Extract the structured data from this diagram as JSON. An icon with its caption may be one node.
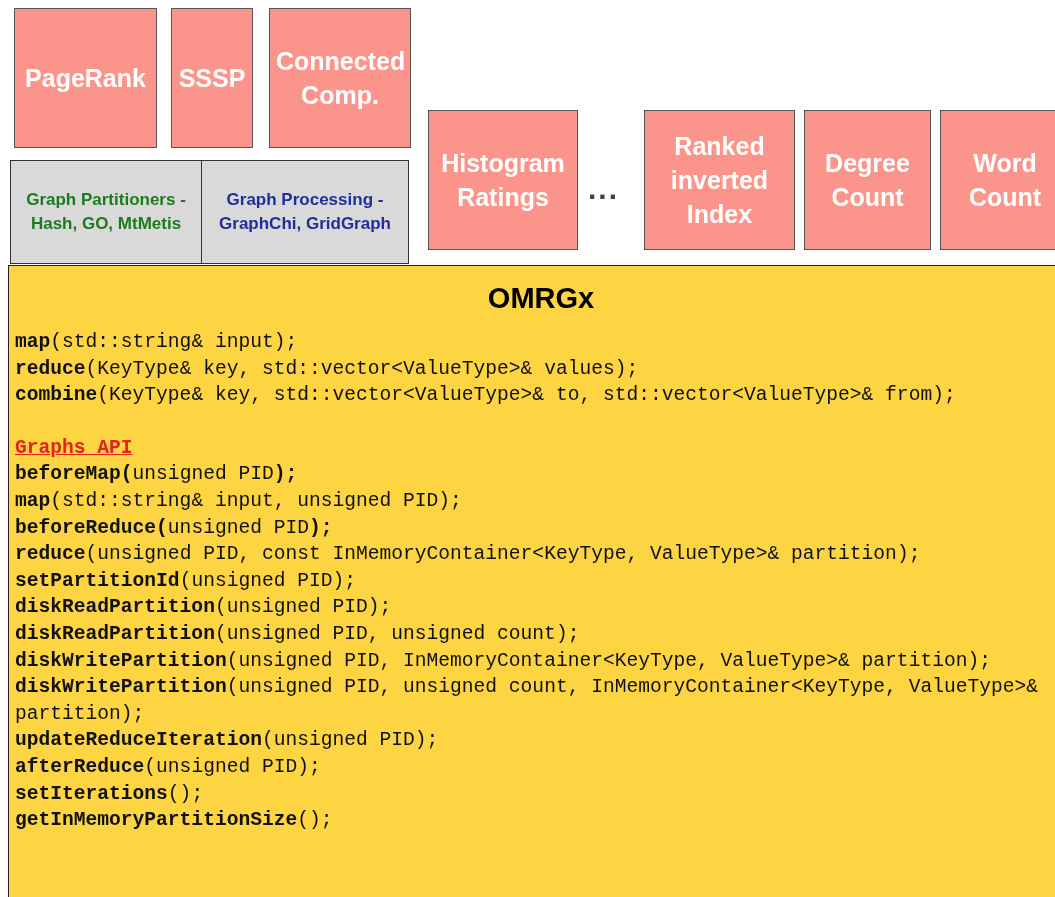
{
  "diagram": {
    "nodes": [
      {
        "text": [
          "PageRank"
        ]
      },
      {
        "text": [
          "SSSP"
        ]
      },
      {
        "text": [
          "Connected Comp."
        ]
      },
      {
        "text": [
          "Graph Partitioners - Hash, GO, MtMetis"
        ]
      },
      {
        "text": [
          "Graph Processing - GraphChi, GridGraph"
        ]
      },
      {
        "text": [
          "Histogram Ratings"
        ]
      },
      {
        "text": [
          "Ranked inverted Index"
        ]
      },
      {
        "text": [
          "Degree Count"
        ]
      },
      {
        "text": [
          "Word Count"
        ]
      },
      {
        "text": [
          "OMRGx",
          "**map**(std::string& input);",
          "**reduce**(KeyType& key, std::vector<ValueType>& values);",
          "**combine**(KeyType& key, std::vector<ValueType>& to, std::vector<ValueType>& from);",
          "Graphs API",
          "**beforeMap(**unsigned PID**);**",
          "**map**(std::string& input, unsigned PID);",
          "**beforeReduce(**unsigned PID**);**",
          "**reduce**(unsigned PID, const InMemoryContainer<KeyType, ValueType>& partition);",
          "**setPartitionId**(unsigned PID);",
          "**diskReadPartition**(unsigned PID);",
          "**diskReadPartition**(unsigned PID, unsigned count);",
          "**diskWritePartition**(unsigned PID, InMemoryContainer<KeyType, ValueType>& partition);",
          "**diskWritePartition**(unsigned PID, unsigned count, InMemoryContainer<KeyType, ValueType>& partition);",
          "**updateReduceIteration**(unsigned PID);",
          "**afterReduce**(unsigned PID);",
          "**setIterations**();",
          "**getInMemoryPartitionSize**();"
        ]
      }
    ],
    "edges": [],
    "labels": [
      "..."
    ]
  }
}
